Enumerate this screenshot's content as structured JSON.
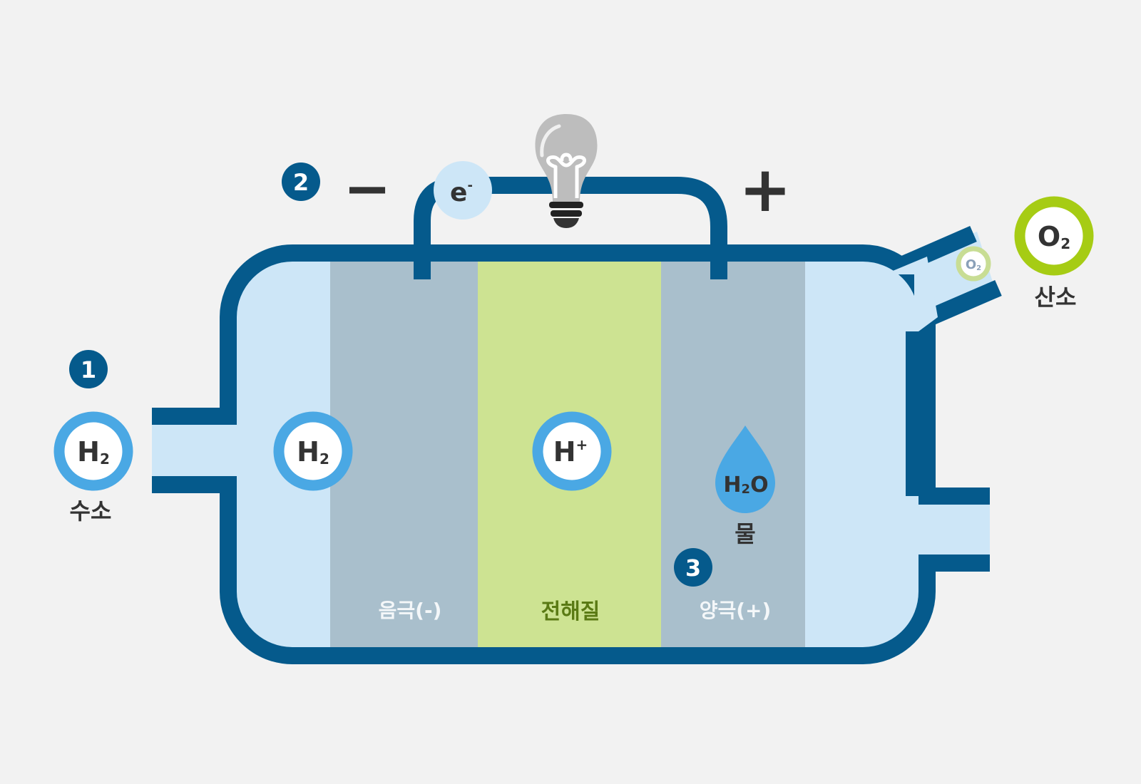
{
  "colors": {
    "background": "#f2f2f2",
    "tank_outline": "#055a8c",
    "tank_fill": "#cde6f7",
    "electrode": "#a9bfcc",
    "electrolyte": "#cde392",
    "hydrogen_ring": "#4aa8e4",
    "oxygen_ring": "#a6cc14",
    "text_dark": "#333333",
    "step_badge": "#055a8c"
  },
  "steps": {
    "one": "1",
    "two": "2",
    "three": "3"
  },
  "terminals": {
    "minus": "−",
    "plus": "+"
  },
  "molecules": {
    "h2_inlet": {
      "base": "H",
      "sub": "2"
    },
    "h2_inside": {
      "base": "H",
      "sub": "2"
    },
    "h_ion": {
      "base": "H",
      "sup": "+"
    },
    "electron": {
      "base": "e",
      "sup": "-"
    },
    "water": {
      "h": "H",
      "sub": "2",
      "o": "O"
    },
    "o2_small": {
      "base": "O",
      "sub": "2"
    },
    "o2_large": {
      "base": "O",
      "sub": "2"
    }
  },
  "labels": {
    "hydrogen": "수소",
    "oxygen": "산소",
    "water": "물",
    "anode_negative": "음극(-)",
    "electrolyte": "전해질",
    "cathode_positive": "양극(+)"
  },
  "icons": {
    "bulb": "light-bulb-icon",
    "water_drop": "water-drop-icon"
  }
}
